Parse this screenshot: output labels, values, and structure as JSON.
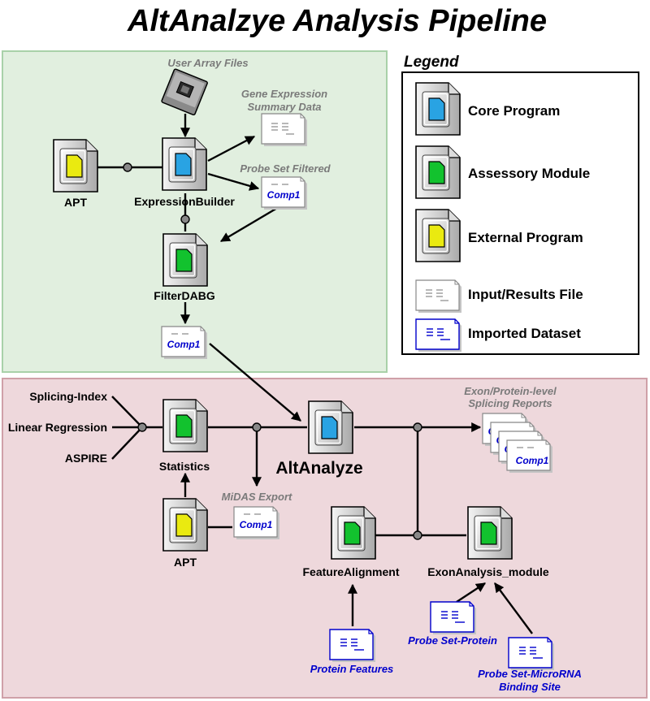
{
  "title": "AltAnalzye Analysis Pipeline",
  "colors": {
    "core": "#29a3e3",
    "accessory": "#12c22e",
    "external": "#eaea10",
    "top_panel": "#e1efdf",
    "bottom_panel": "#eed8dc",
    "imported": "#0000cc"
  },
  "top": {
    "user_array_files": "User Array Files",
    "gene_expression_summary": [
      "Gene Expression",
      "Summary Data"
    ],
    "probe_set_filtered": "Probe Set Filtered",
    "apt": "APT",
    "expression_builder": "ExpressionBuilder",
    "filter_dabg": "FilterDABG"
  },
  "bottom": {
    "splicing_index": "Splicing-Index",
    "linear_regression": "Linear Regression",
    "aspire": "ASPIRE",
    "statistics": "Statistics",
    "apt": "APT",
    "midas_export": "MiDAS Export",
    "altanalyze": "AltAnalyze",
    "exon_reports": [
      "Exon/Protein-level",
      "Splicing Reports"
    ],
    "feature_alignment": "FeatureAlignment",
    "exon_analysis": "ExonAnalysis_module",
    "protein_features": "Protein Features",
    "probe_set_protein": "Probe Set-Protein",
    "probe_set_microrna": [
      "Probe Set-MicroRNA",
      "Binding Site"
    ]
  },
  "file_label": "Comp1",
  "legend": {
    "title": "Legend",
    "items": [
      "Core Program",
      "Assessory Module",
      "External Program",
      "Input/Results File",
      "Imported Dataset"
    ]
  }
}
